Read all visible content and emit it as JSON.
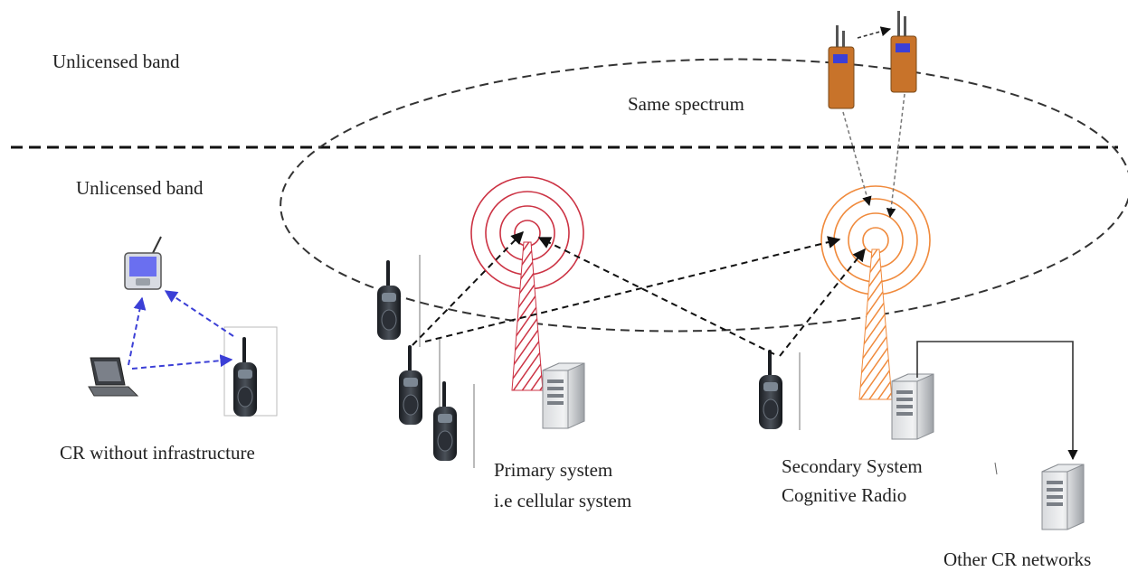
{
  "labels": {
    "unlicensed_top": "Unlicensed band",
    "unlicensed_bottom": "Unlicensed band",
    "same_spectrum": "Same spectrum",
    "cr_without_infra": "CR without infrastructure",
    "primary_line1": "Primary system",
    "primary_line2": "i.e cellular system",
    "secondary_line1": "Secondary System",
    "secondary_line2": "Cognitive Radio",
    "other_cr": "Other CR networks"
  },
  "colors": {
    "ink": "#222222",
    "primary_tower": "#cc3344",
    "secondary_tower": "#f08a3c",
    "adhoc_arrow": "#3b3fd6",
    "radio_body": "#c8732a"
  },
  "icons": [
    "pda-icon",
    "laptop-icon",
    "walkie-talkie-icon",
    "cell-tower-icon",
    "server-icon",
    "radio-transceiver-icon"
  ]
}
